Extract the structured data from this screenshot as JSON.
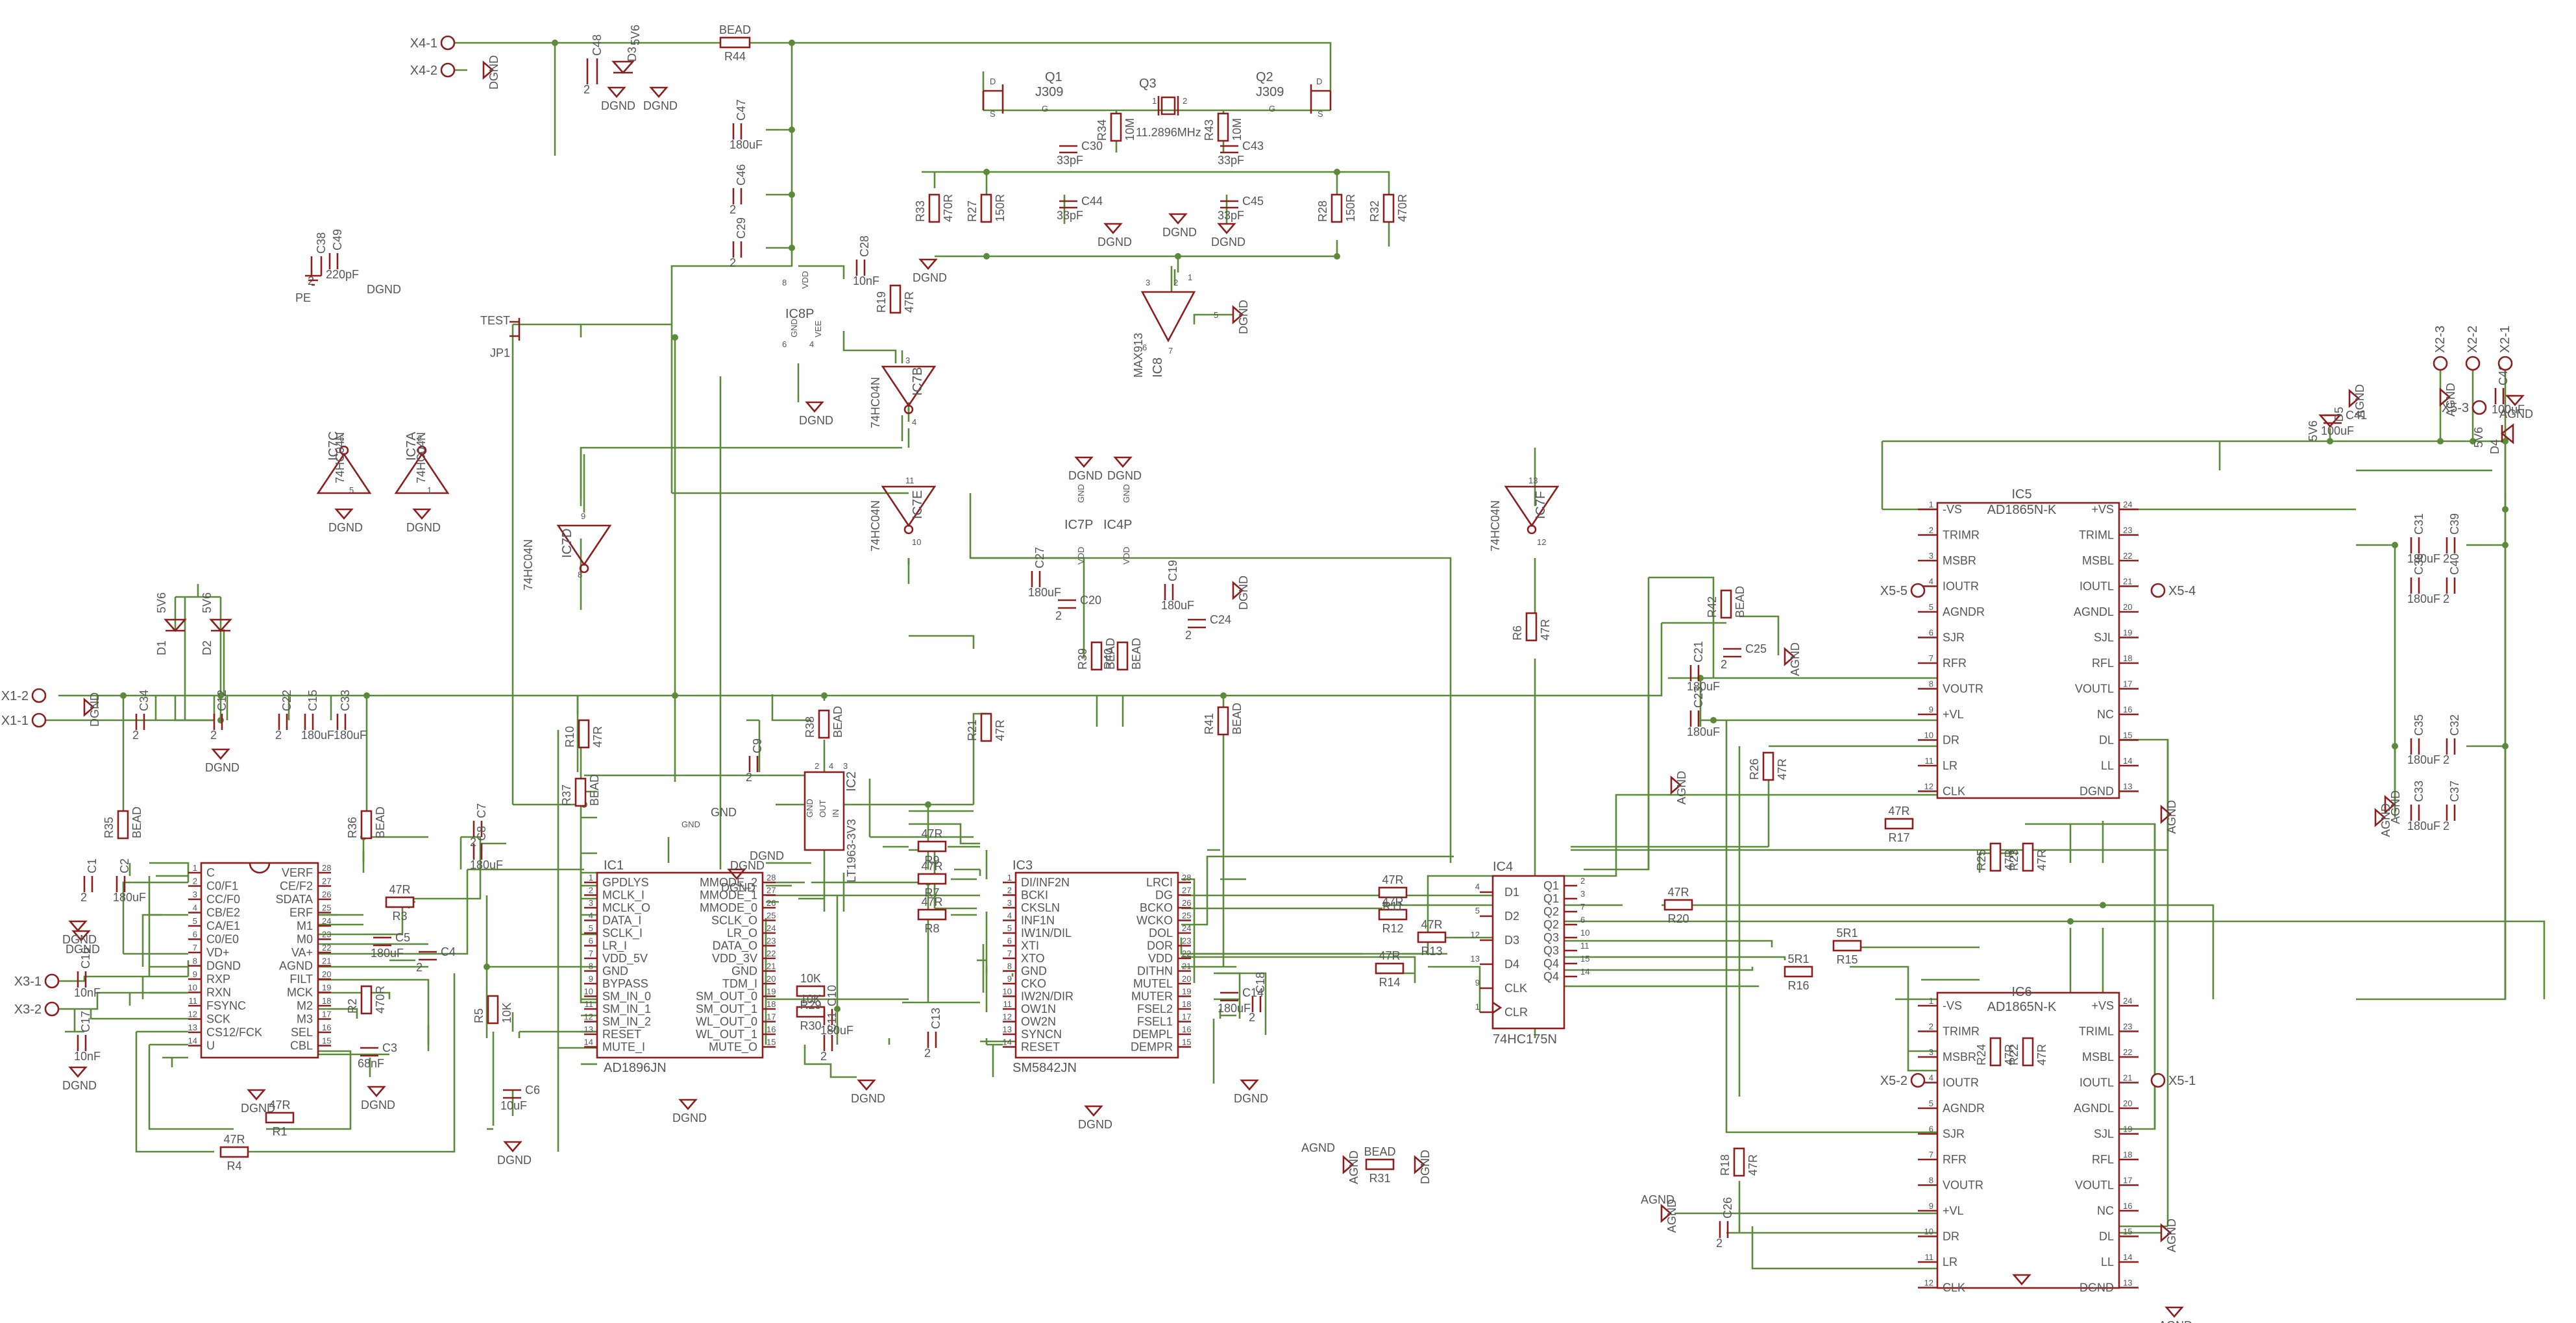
{
  "ic1": {
    "ref": "IC1",
    "value": "AD1896JN",
    "left": [
      [
        "1",
        "GPDLYS"
      ],
      [
        "2",
        "MCLK_I"
      ],
      [
        "3",
        "MCLK_O"
      ],
      [
        "4",
        "DATA_I"
      ],
      [
        "5",
        "SCLK_I"
      ],
      [
        "6",
        "LR_I"
      ],
      [
        "7",
        "VDD_5V"
      ],
      [
        "8",
        "GND"
      ],
      [
        "9",
        "BYPASS"
      ],
      [
        "10",
        "SM_IN_0"
      ],
      [
        "11",
        "SM_IN_1"
      ],
      [
        "12",
        "SM_IN_2"
      ],
      [
        "13",
        "RESET"
      ],
      [
        "14",
        "MUTE_I"
      ]
    ],
    "right": [
      [
        "28",
        "MMODE_2"
      ],
      [
        "27",
        "MMODE_1"
      ],
      [
        "26",
        "MMODE_0"
      ],
      [
        "25",
        "SCLK_O"
      ],
      [
        "24",
        "LR_O"
      ],
      [
        "23",
        "DATA_O"
      ],
      [
        "22",
        "VDD_3V"
      ],
      [
        "21",
        "GND"
      ],
      [
        "20",
        "TDM_I"
      ],
      [
        "19",
        "SM_OUT_0"
      ],
      [
        "18",
        "SM_OUT_1"
      ],
      [
        "17",
        "WL_OUT_0"
      ],
      [
        "16",
        "WL_OUT_1"
      ],
      [
        "15",
        "MUTE_O"
      ]
    ]
  },
  "ic3": {
    "ref": "IC3",
    "value": "SM5842JN",
    "left": [
      [
        "1",
        "DI/INF2N"
      ],
      [
        "2",
        "BCKI"
      ],
      [
        "3",
        "CKSLN"
      ],
      [
        "4",
        "INF1N"
      ],
      [
        "5",
        "IW1N/DIL"
      ],
      [
        "6",
        "XTI"
      ],
      [
        "7",
        "XTO"
      ],
      [
        "8",
        "GND"
      ],
      [
        "9",
        "CKO"
      ],
      [
        "10",
        "IW2N/DIR"
      ],
      [
        "11",
        "OW1N"
      ],
      [
        "12",
        "OW2N"
      ],
      [
        "13",
        "SYNCN"
      ],
      [
        "14",
        "RESET"
      ]
    ],
    "right": [
      [
        "28",
        "LRCI"
      ],
      [
        "27",
        "DG"
      ],
      [
        "26",
        "BCKO"
      ],
      [
        "25",
        "WCKO"
      ],
      [
        "24",
        "DOL"
      ],
      [
        "23",
        "DOR"
      ],
      [
        "22",
        "VDD"
      ],
      [
        "21",
        "DITHN"
      ],
      [
        "20",
        "MUTEL"
      ],
      [
        "19",
        "MUTER"
      ],
      [
        "18",
        "FSEL2"
      ],
      [
        "17",
        "FSEL1"
      ],
      [
        "16",
        "DEMPL"
      ],
      [
        "15",
        "DEMPR"
      ]
    ]
  },
  "ic9": {
    "left": [
      [
        "1",
        "C"
      ],
      [
        "2",
        "C0/F1"
      ],
      [
        "3",
        "CC/F0"
      ],
      [
        "4",
        "CB/E2"
      ],
      [
        "5",
        "CA/E1"
      ],
      [
        "6",
        "C0/E0"
      ],
      [
        "7",
        "VD+"
      ],
      [
        "8",
        "DGND"
      ],
      [
        "9",
        "RXP"
      ],
      [
        "10",
        "RXN"
      ],
      [
        "11",
        "FSYNC"
      ],
      [
        "12",
        "SCK"
      ],
      [
        "13",
        "CS12/FCK"
      ],
      [
        "14",
        "U"
      ]
    ],
    "right": [
      [
        "28",
        "VERF"
      ],
      [
        "27",
        "CE/F2"
      ],
      [
        "26",
        "SDATA"
      ],
      [
        "25",
        "ERF"
      ],
      [
        "24",
        "M1"
      ],
      [
        "23",
        "M0"
      ],
      [
        "22",
        "VA+"
      ],
      [
        "21",
        "AGND"
      ],
      [
        "20",
        "FILT"
      ],
      [
        "19",
        "MCK"
      ],
      [
        "18",
        "M2"
      ],
      [
        "17",
        "M3"
      ],
      [
        "16",
        "SEL"
      ],
      [
        "15",
        "CBL"
      ]
    ]
  },
  "ic5": {
    "ref": "IC5",
    "value": "AD1865N-K",
    "left": [
      [
        "1",
        "-VS"
      ],
      [
        "2",
        "TRIMR"
      ],
      [
        "3",
        "MSBR"
      ],
      [
        "4",
        "IOUTR"
      ],
      [
        "5",
        "AGNDR"
      ],
      [
        "6",
        "SJR"
      ],
      [
        "7",
        "RFR"
      ],
      [
        "8",
        "VOUTR"
      ],
      [
        "9",
        "+VL"
      ],
      [
        "10",
        "DR"
      ],
      [
        "11",
        "LR"
      ],
      [
        "12",
        "CLK"
      ]
    ],
    "right": [
      [
        "24",
        "+VS"
      ],
      [
        "23",
        "TRIML"
      ],
      [
        "22",
        "MSBL"
      ],
      [
        "21",
        "IOUTL"
      ],
      [
        "20",
        "AGNDL"
      ],
      [
        "19",
        "SJL"
      ],
      [
        "18",
        "RFL"
      ],
      [
        "17",
        "VOUTL"
      ],
      [
        "16",
        "NC"
      ],
      [
        "15",
        "DL"
      ],
      [
        "14",
        "LL"
      ],
      [
        "13",
        "DGND"
      ]
    ]
  },
  "ic6": {
    "ref": "IC6",
    "value": "AD1865N-K",
    "left": [
      [
        "1",
        "-VS"
      ],
      [
        "2",
        "TRIMR"
      ],
      [
        "3",
        "MSBR"
      ],
      [
        "4",
        "IOUTR"
      ],
      [
        "5",
        "AGNDR"
      ],
      [
        "6",
        "SJR"
      ],
      [
        "7",
        "RFR"
      ],
      [
        "8",
        "VOUTR"
      ],
      [
        "9",
        "+VL"
      ],
      [
        "10",
        "DR"
      ],
      [
        "11",
        "LR"
      ],
      [
        "12",
        "CLK"
      ]
    ],
    "right": [
      [
        "24",
        "+VS"
      ],
      [
        "23",
        "TRIML"
      ],
      [
        "22",
        "MSBL"
      ],
      [
        "21",
        "IOUTL"
      ],
      [
        "20",
        "AGNDL"
      ],
      [
        "19",
        "SJL"
      ],
      [
        "18",
        "RFL"
      ],
      [
        "17",
        "VOUTL"
      ],
      [
        "16",
        "NC"
      ],
      [
        "15",
        "DL"
      ],
      [
        "14",
        "LL"
      ],
      [
        "13",
        "DGND"
      ]
    ]
  },
  "ic4": {
    "ref": "IC4",
    "value": "74HC175N",
    "left": [
      [
        "4",
        "D1"
      ],
      [
        "5",
        "D2"
      ],
      [
        "12",
        "D3"
      ],
      [
        "13",
        "D4"
      ],
      [
        "9",
        "CLK"
      ],
      [
        "1",
        "CLR"
      ]
    ],
    "right": [
      [
        "2",
        "Q1"
      ],
      [
        "3",
        "Q1"
      ],
      [
        "7",
        "Q2"
      ],
      [
        "6",
        "Q2"
      ],
      [
        "10",
        "Q3"
      ],
      [
        "11",
        "Q3"
      ],
      [
        "15",
        "Q4"
      ],
      [
        "14",
        "Q4"
      ]
    ]
  },
  "ic2": {
    "ref": "IC2",
    "value": "LT1963-3V3",
    "pins": [
      "GND",
      "OUT",
      "IN"
    ],
    "pin_nums": [
      "2",
      "4",
      "3"
    ]
  },
  "ic8": {
    "ref": "IC8",
    "value": "MAX913",
    "pins": [
      "3",
      "2",
      "1",
      "5",
      "7",
      "6"
    ]
  },
  "ic8p": {
    "ref": "IC8P",
    "pins": [
      "8",
      "6"
    ],
    "names": [
      "VDD",
      "GND",
      "VEE"
    ],
    "num4": "4"
  },
  "ic7p": {
    "ref": "IC7P",
    "name1": "GND",
    "name2": "VDD"
  },
  "ic4p": {
    "ref": "IC4P",
    "name1": "GND",
    "name2": "VDD"
  },
  "inverters": [
    {
      "ref": "IC7B",
      "value": "74HC04N",
      "pins": [
        "3",
        "4"
      ]
    },
    {
      "ref": "IC7E",
      "value": "74HC04N",
      "pins": [
        "11",
        "10"
      ]
    },
    {
      "ref": "IC7F",
      "value": "74HC04N",
      "pins": [
        "13",
        "12"
      ]
    },
    {
      "ref": "IC7D",
      "value": "74HC04N",
      "pins": [
        "9",
        "8"
      ]
    },
    {
      "ref": "IC7C",
      "value": "74HC04N",
      "pins": [
        "6",
        "5"
      ]
    },
    {
      "ref": "IC7A",
      "value": "74HC04N",
      "pins": [
        "2",
        "1"
      ]
    }
  ],
  "connectors": [
    "X4-1",
    "X4-2",
    "X1-2",
    "X1-1",
    "X3-1",
    "X3-2",
    "X5-5",
    "X5-4",
    "X5-2",
    "X5-1",
    "X5-3",
    "X2-3",
    "X2-2",
    "X2-1"
  ],
  "power": {
    "dgnd": "DGND",
    "agnd": "AGND",
    "pe": "PE",
    "gnd": "GND"
  },
  "transistors": [
    {
      "ref": "Q1",
      "value": "J309",
      "pins": [
        "D",
        "G",
        "S"
      ]
    },
    {
      "ref": "Q2",
      "value": "J309",
      "pins": [
        "D",
        "G",
        "S"
      ]
    }
  ],
  "crystal": {
    "ref": "Q3",
    "value": "11.2896MHz",
    "pins": [
      "1",
      "2"
    ]
  },
  "jumper": {
    "ref": "JP1",
    "label": "TEST"
  },
  "diodes": [
    {
      "ref": "D3",
      "value": "5V6"
    },
    {
      "ref": "D1",
      "value": "5V6"
    },
    {
      "ref": "D2",
      "value": "5V6"
    },
    {
      "ref": "D4",
      "value": "5V6"
    },
    {
      "ref": "D5",
      "value": "5V6"
    }
  ],
  "resistors": [
    {
      "ref": "R44",
      "value": "BEAD"
    },
    {
      "ref": "R19",
      "value": "47R"
    },
    {
      "ref": "R34",
      "value": "10M"
    },
    {
      "ref": "R43",
      "value": "10M"
    },
    {
      "ref": "R33",
      "value": "470R"
    },
    {
      "ref": "R27",
      "value": "150R"
    },
    {
      "ref": "R28",
      "value": "150R"
    },
    {
      "ref": "R32",
      "value": "470R"
    },
    {
      "ref": "R10",
      "value": "47R"
    },
    {
      "ref": "R37",
      "value": "BEAD"
    },
    {
      "ref": "R36",
      "value": "BEAD"
    },
    {
      "ref": "R35",
      "value": "BEAD"
    },
    {
      "ref": "R38",
      "value": "BEAD"
    },
    {
      "ref": "R21",
      "value": "47R"
    },
    {
      "ref": "R39",
      "value": "BEAD"
    },
    {
      "ref": "R40",
      "value": "BEAD"
    },
    {
      "ref": "R41",
      "value": "BEAD"
    },
    {
      "ref": "R6",
      "value": "47R"
    },
    {
      "ref": "R42",
      "value": "BEAD"
    },
    {
      "ref": "R26",
      "value": "47R"
    },
    {
      "ref": "R9",
      "value": "47R"
    },
    {
      "ref": "R7",
      "value": "47R"
    },
    {
      "ref": "R8",
      "value": "47R"
    },
    {
      "ref": "R3",
      "value": "47R"
    },
    {
      "ref": "R1",
      "value": "47R"
    },
    {
      "ref": "R4",
      "value": "47R"
    },
    {
      "ref": "R2",
      "value": "470R"
    },
    {
      "ref": "R5",
      "value": "10K"
    },
    {
      "ref": "R29",
      "value": "10K"
    },
    {
      "ref": "R30",
      "value": "10K"
    },
    {
      "ref": "R11",
      "value": "47R"
    },
    {
      "ref": "R12",
      "value": "47R"
    },
    {
      "ref": "R13",
      "value": "47R"
    },
    {
      "ref": "R14",
      "value": "47R"
    },
    {
      "ref": "R20",
      "value": "47R"
    },
    {
      "ref": "R15",
      "value": "5R1"
    },
    {
      "ref": "R16",
      "value": "5R1"
    },
    {
      "ref": "R17",
      "value": "47R"
    },
    {
      "ref": "R25",
      "value": "47R"
    },
    {
      "ref": "R23",
      "value": "47R"
    },
    {
      "ref": "R24",
      "value": "47R"
    },
    {
      "ref": "R22",
      "value": "47R"
    },
    {
      "ref": "R18",
      "value": "47R"
    },
    {
      "ref": "R31",
      "value": "BEAD"
    }
  ],
  "capacitors": [
    {
      "ref": "C48",
      "value": "2"
    },
    {
      "ref": "C47",
      "value": "180uF"
    },
    {
      "ref": "C46",
      "value": "2"
    },
    {
      "ref": "C29",
      "value": "2"
    },
    {
      "ref": "C28",
      "value": "10nF"
    },
    {
      "ref": "C30",
      "value": "33pF"
    },
    {
      "ref": "C43",
      "value": "33pF"
    },
    {
      "ref": "C44",
      "value": "33pF"
    },
    {
      "ref": "C45",
      "value": "33pF"
    },
    {
      "ref": "C49",
      "value": "220pF"
    },
    {
      "ref": "C34",
      "value": "2"
    },
    {
      "ref": "C12",
      "value": "2"
    },
    {
      "ref": "C22",
      "value": "2"
    },
    {
      "ref": "C15",
      "value": "180uF"
    },
    {
      "ref": "C33",
      "value": "180uF"
    },
    {
      "ref": "C1",
      "value": "2"
    },
    {
      "ref": "C2",
      "value": "180uF"
    },
    {
      "ref": "C7",
      "value": "2"
    },
    {
      "ref": "C8",
      "value": "180uF"
    },
    {
      "ref": "C5",
      "value": "180uF"
    },
    {
      "ref": "C4",
      "value": "2"
    },
    {
      "ref": "C3",
      "value": "68nF"
    },
    {
      "ref": "C16",
      "value": "10nF"
    },
    {
      "ref": "C17",
      "value": "10nF"
    },
    {
      "ref": "C6",
      "value": "10uF"
    },
    {
      "ref": "C9",
      "value": "2"
    },
    {
      "ref": "C10",
      "value": "180uF"
    },
    {
      "ref": "C11",
      "value": "2"
    },
    {
      "ref": "C13",
      "value": "2"
    },
    {
      "ref": "C14",
      "value": "180uF"
    },
    {
      "ref": "C18",
      "value": "2"
    },
    {
      "ref": "C27",
      "value": "180uF"
    },
    {
      "ref": "C20",
      "value": "2"
    },
    {
      "ref": "C19",
      "value": "180uF"
    },
    {
      "ref": "C24",
      "value": "2"
    },
    {
      "ref": "C21",
      "value": "180uF"
    },
    {
      "ref": "C25",
      "value": "2"
    },
    {
      "ref": "C23",
      "value": "180uF"
    },
    {
      "ref": "C26",
      "value": "2"
    },
    {
      "ref": "C41",
      "value": "100uF"
    },
    {
      "ref": "C42",
      "value": "100uF"
    },
    {
      "ref": "C31",
      "value": "180uF"
    },
    {
      "ref": "C39",
      "value": "2"
    },
    {
      "ref": "C36",
      "value": "180uF"
    },
    {
      "ref": "C40",
      "value": "2"
    },
    {
      "ref": "C35",
      "value": "180uF"
    },
    {
      "ref": "C32",
      "value": "2"
    },
    {
      "ref": "C33b",
      "value": "180uF"
    },
    {
      "ref": "C37",
      "value": "2"
    },
    {
      "ref": "C38",
      "value": "2"
    }
  ]
}
